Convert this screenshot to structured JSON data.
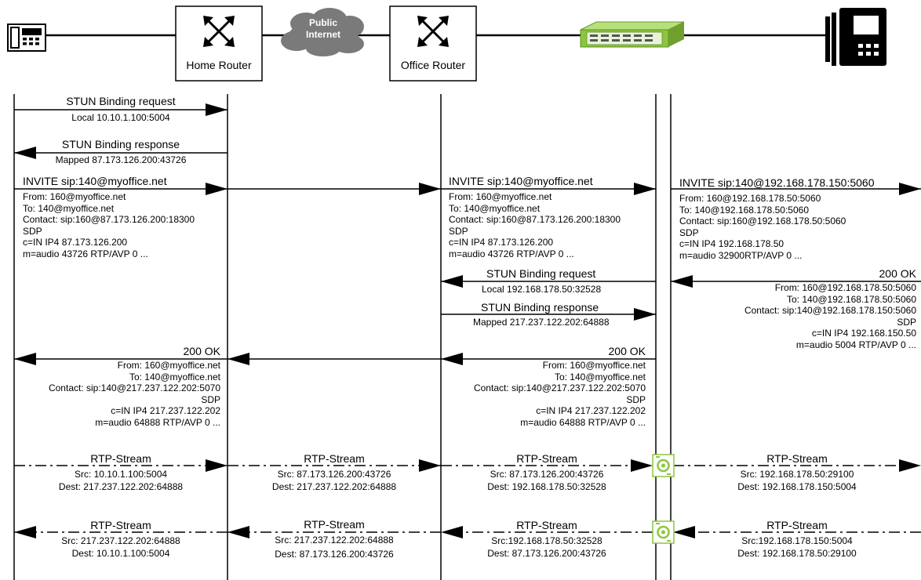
{
  "devices": {
    "home_router": "Home Router",
    "office_router": "Office Router",
    "internet_line1": "Public",
    "internet_line2": "Internet"
  },
  "messages": {
    "stun_req": {
      "title": "STUN Binding request",
      "sub": "Local 10.10.1.100:5004"
    },
    "stun_resp": {
      "title": "STUN Binding response",
      "sub": "Mapped 87.173.126.200:43726"
    },
    "invite1": {
      "title": "INVITE sip:140@myoffice.net",
      "lines": [
        "From: 160@myoffice.net",
        "To: 140@myoffice.net",
        "Contact: sip:160@87.173.126.200:18300",
        "SDP",
        "c=IN IP4 87.173.126.200",
        "m=audio 43726 RTP/AVP 0 ..."
      ]
    },
    "invite2": {
      "title": "INVITE sip:140@myoffice.net",
      "lines": [
        "From: 160@myoffice.net",
        "To: 140@myoffice.net",
        "Contact: sip:160@87.173.126.200:18300",
        "SDP",
        "c=IN IP4 87.173.126.200",
        "m=audio 43726 RTP/AVP 0 ..."
      ]
    },
    "invite3": {
      "title": "INVITE sip:140@192.168.178.150:5060",
      "lines": [
        "From: 160@192.168.178.50:5060",
        "To: 140@192.168.178.50:5060",
        "Contact: sip:160@192.168.178.50:5060",
        "SDP",
        "c=IN IP4 192.168.178.50",
        "m=audio 32900RTP/AVP 0 ..."
      ]
    },
    "stun_req2": {
      "title": "STUN Binding request",
      "sub": "Local 192.168.178.50:32528"
    },
    "stun_resp2": {
      "title": "STUN Binding response",
      "sub": "Mapped 217.237.122.202:64888"
    },
    "ok_right": {
      "title": "200 OK",
      "lines": [
        "From: 160@192.168.178.50:5060",
        "To: 140@192.168.178.50:5060",
        "Contact: sip:140@192.168.178.150:5060",
        "SDP",
        "c=IN IP4 192.168.150.50",
        "m=audio 5004 RTP/AVP 0 ..."
      ]
    },
    "ok_left": {
      "title": "200 OK",
      "lines": [
        "From: 160@myoffice.net",
        "To: 140@myoffice.net",
        "Contact: sip:140@217.237.122.202:5070",
        "SDP",
        "c=IN IP4 217.237.122.202",
        "m=audio 64888 RTP/AVP 0 ..."
      ]
    },
    "ok_mid": {
      "title": "200 OK",
      "lines": [
        "From: 160@myoffice.net",
        "To: 140@myoffice.net",
        "Contact: sip:140@217.237.122.202:5070",
        "SDP",
        "c=IN IP4 217.237.122.202",
        "m=audio 64888 RTP/AVP 0 ..."
      ]
    }
  },
  "rtp": {
    "fwd1": {
      "title": "RTP-Stream",
      "src": "Src: 10.10.1.100:5004",
      "dest": "Dest: 217.237.122.202:64888"
    },
    "fwd2": {
      "title": "RTP-Stream",
      "src": "Src: 87.173.126.200:43726",
      "dest": "Dest: 217.237.122.202:64888"
    },
    "fwd3": {
      "title": "RTP-Stream",
      "src": "Src: 87.173.126.200:43726",
      "dest": "Dest: 192.168.178.50:32528"
    },
    "fwd4": {
      "title": "RTP-Stream",
      "src": "Src: 192.168.178.50:29100",
      "dest": "Dest: 192.168.178.150:5004"
    },
    "back1": {
      "title": "RTP-Stream",
      "src": "Src: 217.237.122.202:64888",
      "dest": "Dest: 10.10.1.100:5004"
    },
    "back2": {
      "title": "RTP-Stream",
      "src": "Src: 217.237.122.202:64888",
      "dest": "Dest: 87.173.126.200:43726"
    },
    "back3": {
      "title": "RTP-Stream",
      "src": "Src:192.168.178.50:32528",
      "dest": "Dest: 87.173.126.200:43726"
    },
    "back4": {
      "title": "RTP-Stream",
      "src": "Src:192.168.178.150:5004",
      "dest": "Dest: 192.168.178.50:29100"
    }
  },
  "colors": {
    "line": "#000000",
    "cloud": "#7a7a7a",
    "media_gateway": "#8cc63f",
    "background": "#ffffff"
  },
  "icons": [
    "desk-phone-icon",
    "router-arrows-icon",
    "cloud-icon",
    "media-server-icon",
    "ip-phone-icon",
    "media-relay-icon"
  ]
}
